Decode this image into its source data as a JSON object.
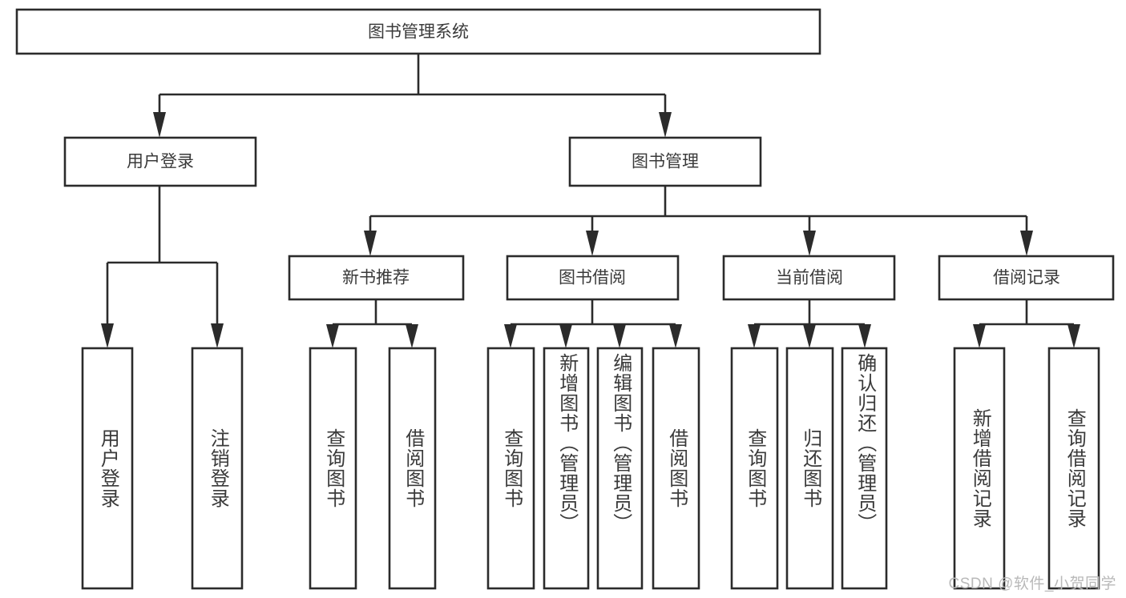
{
  "diagram": {
    "title": "图书管理系统",
    "type": "tree-hierarchy-diagram",
    "colors": {
      "box_stroke": "#2b2b2b",
      "box_fill": "#ffffff",
      "text": "#3a3a3a",
      "watermark": "#b9b9b9",
      "background": "#ffffff"
    },
    "root": {
      "label": "图书管理系统"
    },
    "level2": [
      {
        "label": "用户登录"
      },
      {
        "label": "图书管理"
      }
    ],
    "level3": [
      {
        "label": "新书推荐"
      },
      {
        "label": "图书借阅"
      },
      {
        "label": "当前借阅"
      },
      {
        "label": "借阅记录"
      }
    ],
    "leaves": {
      "user_login": [
        {
          "label": "用户登录"
        },
        {
          "label": "注销登录"
        }
      ],
      "new_book_recommend": [
        {
          "label": "查询图书"
        },
        {
          "label": "借阅图书"
        }
      ],
      "book_borrow": [
        {
          "label": "查询图书"
        },
        {
          "label": "新增图书（管理员）"
        },
        {
          "label": "编辑图书（管理员）"
        },
        {
          "label": "借阅图书"
        }
      ],
      "current_borrow": [
        {
          "label": "查询图书"
        },
        {
          "label": "归还图书"
        },
        {
          "label": "确认归还（管理员）"
        }
      ],
      "borrow_record": [
        {
          "label": "新增借阅记录"
        },
        {
          "label": "查询借阅记录"
        }
      ]
    }
  },
  "watermark": {
    "text": "CSDN @软件_小贺同学"
  }
}
